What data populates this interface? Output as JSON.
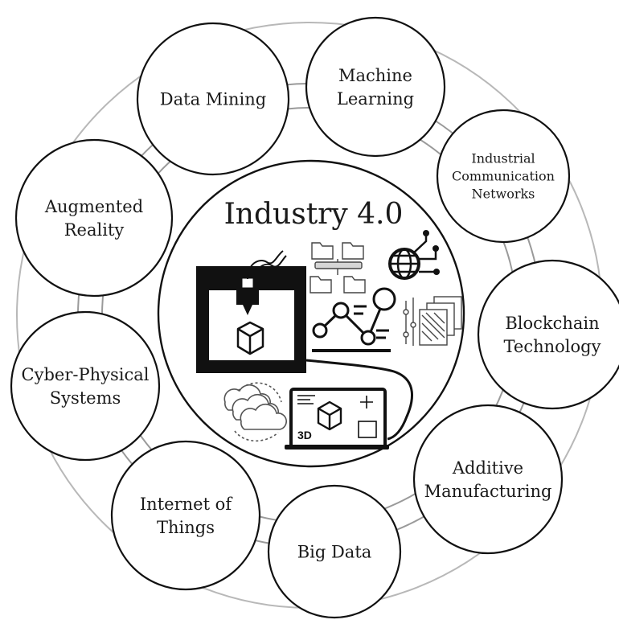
{
  "center": {
    "title": "Industry 4.0"
  },
  "printer_icon": {
    "screen_label": "3D"
  },
  "nodes": [
    {
      "id": "data-mining",
      "lines": [
        "Data Mining"
      ]
    },
    {
      "id": "machine-learning",
      "lines": [
        "Machine",
        "Learning"
      ]
    },
    {
      "id": "industrial-communication-networks",
      "lines": [
        "Industrial",
        "Communication",
        "Networks"
      ]
    },
    {
      "id": "blockchain-technology",
      "lines": [
        "Blockchain",
        "Technology"
      ]
    },
    {
      "id": "additive-manufacturing",
      "lines": [
        "Additive",
        "Manufacturing"
      ]
    },
    {
      "id": "big-data",
      "lines": [
        "Big Data"
      ]
    },
    {
      "id": "internet-of-things",
      "lines": [
        "Internet of",
        "Things"
      ]
    },
    {
      "id": "cyber-physical-systems",
      "lines": [
        "Cyber-Physical",
        "Systems"
      ]
    },
    {
      "id": "augmented-reality",
      "lines": [
        "Augmented",
        "Reality"
      ]
    }
  ]
}
